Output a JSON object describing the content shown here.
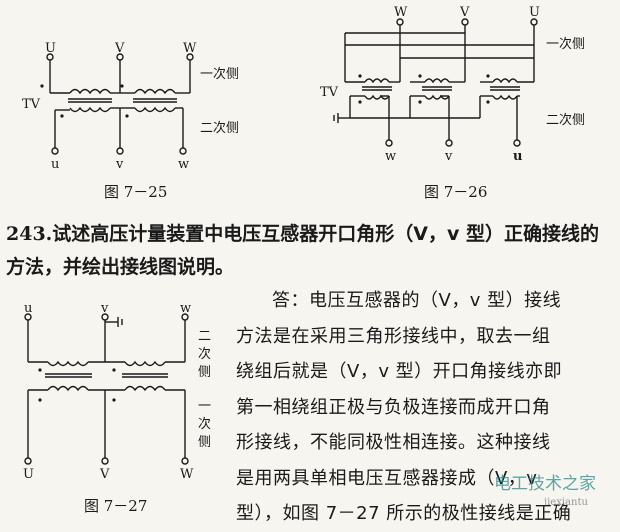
{
  "fig25": {
    "caption": "图 7－25",
    "top_labels": [
      "U",
      "V",
      "W"
    ],
    "bottom_labels": [
      "u",
      "v",
      "w"
    ],
    "tv": "TV",
    "primary": "一次侧",
    "secondary": "二次侧"
  },
  "fig26": {
    "caption": "图 7－26",
    "top_labels": [
      "W",
      "V",
      "U"
    ],
    "bottom_labels": [
      "w",
      "v",
      "u"
    ],
    "tv": "TV",
    "primary": "一次侧",
    "secondary": "二次侧"
  },
  "fig27": {
    "caption": "图 7－27",
    "top_labels": [
      "u",
      "v",
      "w"
    ],
    "bottom_labels": [
      "U",
      "V",
      "W"
    ],
    "secondary": [
      "二",
      "次",
      "侧"
    ],
    "primary": [
      "一",
      "次",
      "侧"
    ]
  },
  "question": {
    "number": "243.",
    "text": "试述高压计量装置中电压互感器开口角形（V，v 型）正确接线的方法，并绘出接线图说明。"
  },
  "answer": {
    "lines": [
      "答：电压互感器的（V，v 型）接线",
      "方法是在采用三角形接线中，取去一组",
      "绕组后就是（V，v 型）开口角接线亦即",
      "第一相绕组正极与负极连接而成开口角",
      "形接线，不能同极性相连接。这种接线",
      "是用两具单相电压互感器接成（V，v",
      "型），如图 7－27 所示的极性接线是正确"
    ]
  },
  "watermark": {
    "text": "电工技术之家",
    "url": "jiexiantu"
  }
}
